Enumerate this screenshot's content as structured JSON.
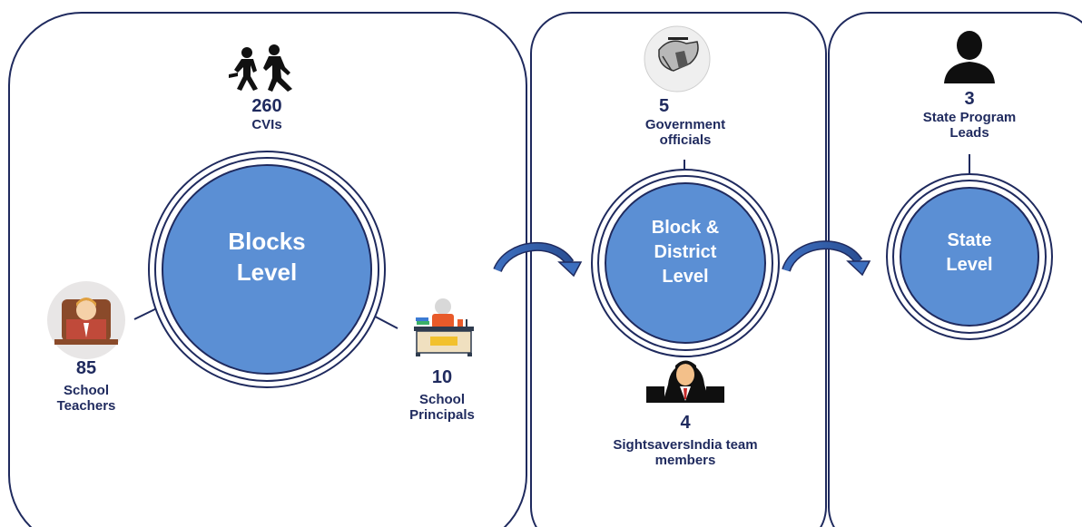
{
  "colors": {
    "panel_border": "#1f2a5e",
    "circle_fill": "#5b8fd4",
    "circle_border": "#1f2a5e",
    "text_dark": "#1f2a5e",
    "circle_text": "#ffffff"
  },
  "panels": {
    "blocks": {
      "circle_label_1": "Blocks",
      "circle_label_2": "Level",
      "cvis": {
        "count": "260",
        "label": "CVIs",
        "icon": "children-running-icon"
      },
      "teachers": {
        "count": "85",
        "label_1": "School",
        "label_2": "Teachers",
        "icon": "teacher-icon"
      },
      "principals": {
        "count": "10",
        "label_1": "School",
        "label_2": "Principals",
        "icon": "principal-desk-icon"
      }
    },
    "district": {
      "circle_label_1": "Block &",
      "circle_label_2": "District",
      "circle_label_3": "Level",
      "officials": {
        "count": "5",
        "label_1": "Government",
        "label_2": "officials",
        "icon": "government-emblem-icon"
      },
      "team": {
        "count": "4",
        "label_1": "SightsaversIndia team",
        "label_2": "members",
        "icon": "team-member-icon"
      }
    },
    "state": {
      "circle_label_1": "State",
      "circle_label_2": "Level",
      "leads": {
        "count": "3",
        "label_1": "State Program",
        "label_2": "Leads",
        "icon": "person-silhouette-icon"
      }
    }
  }
}
